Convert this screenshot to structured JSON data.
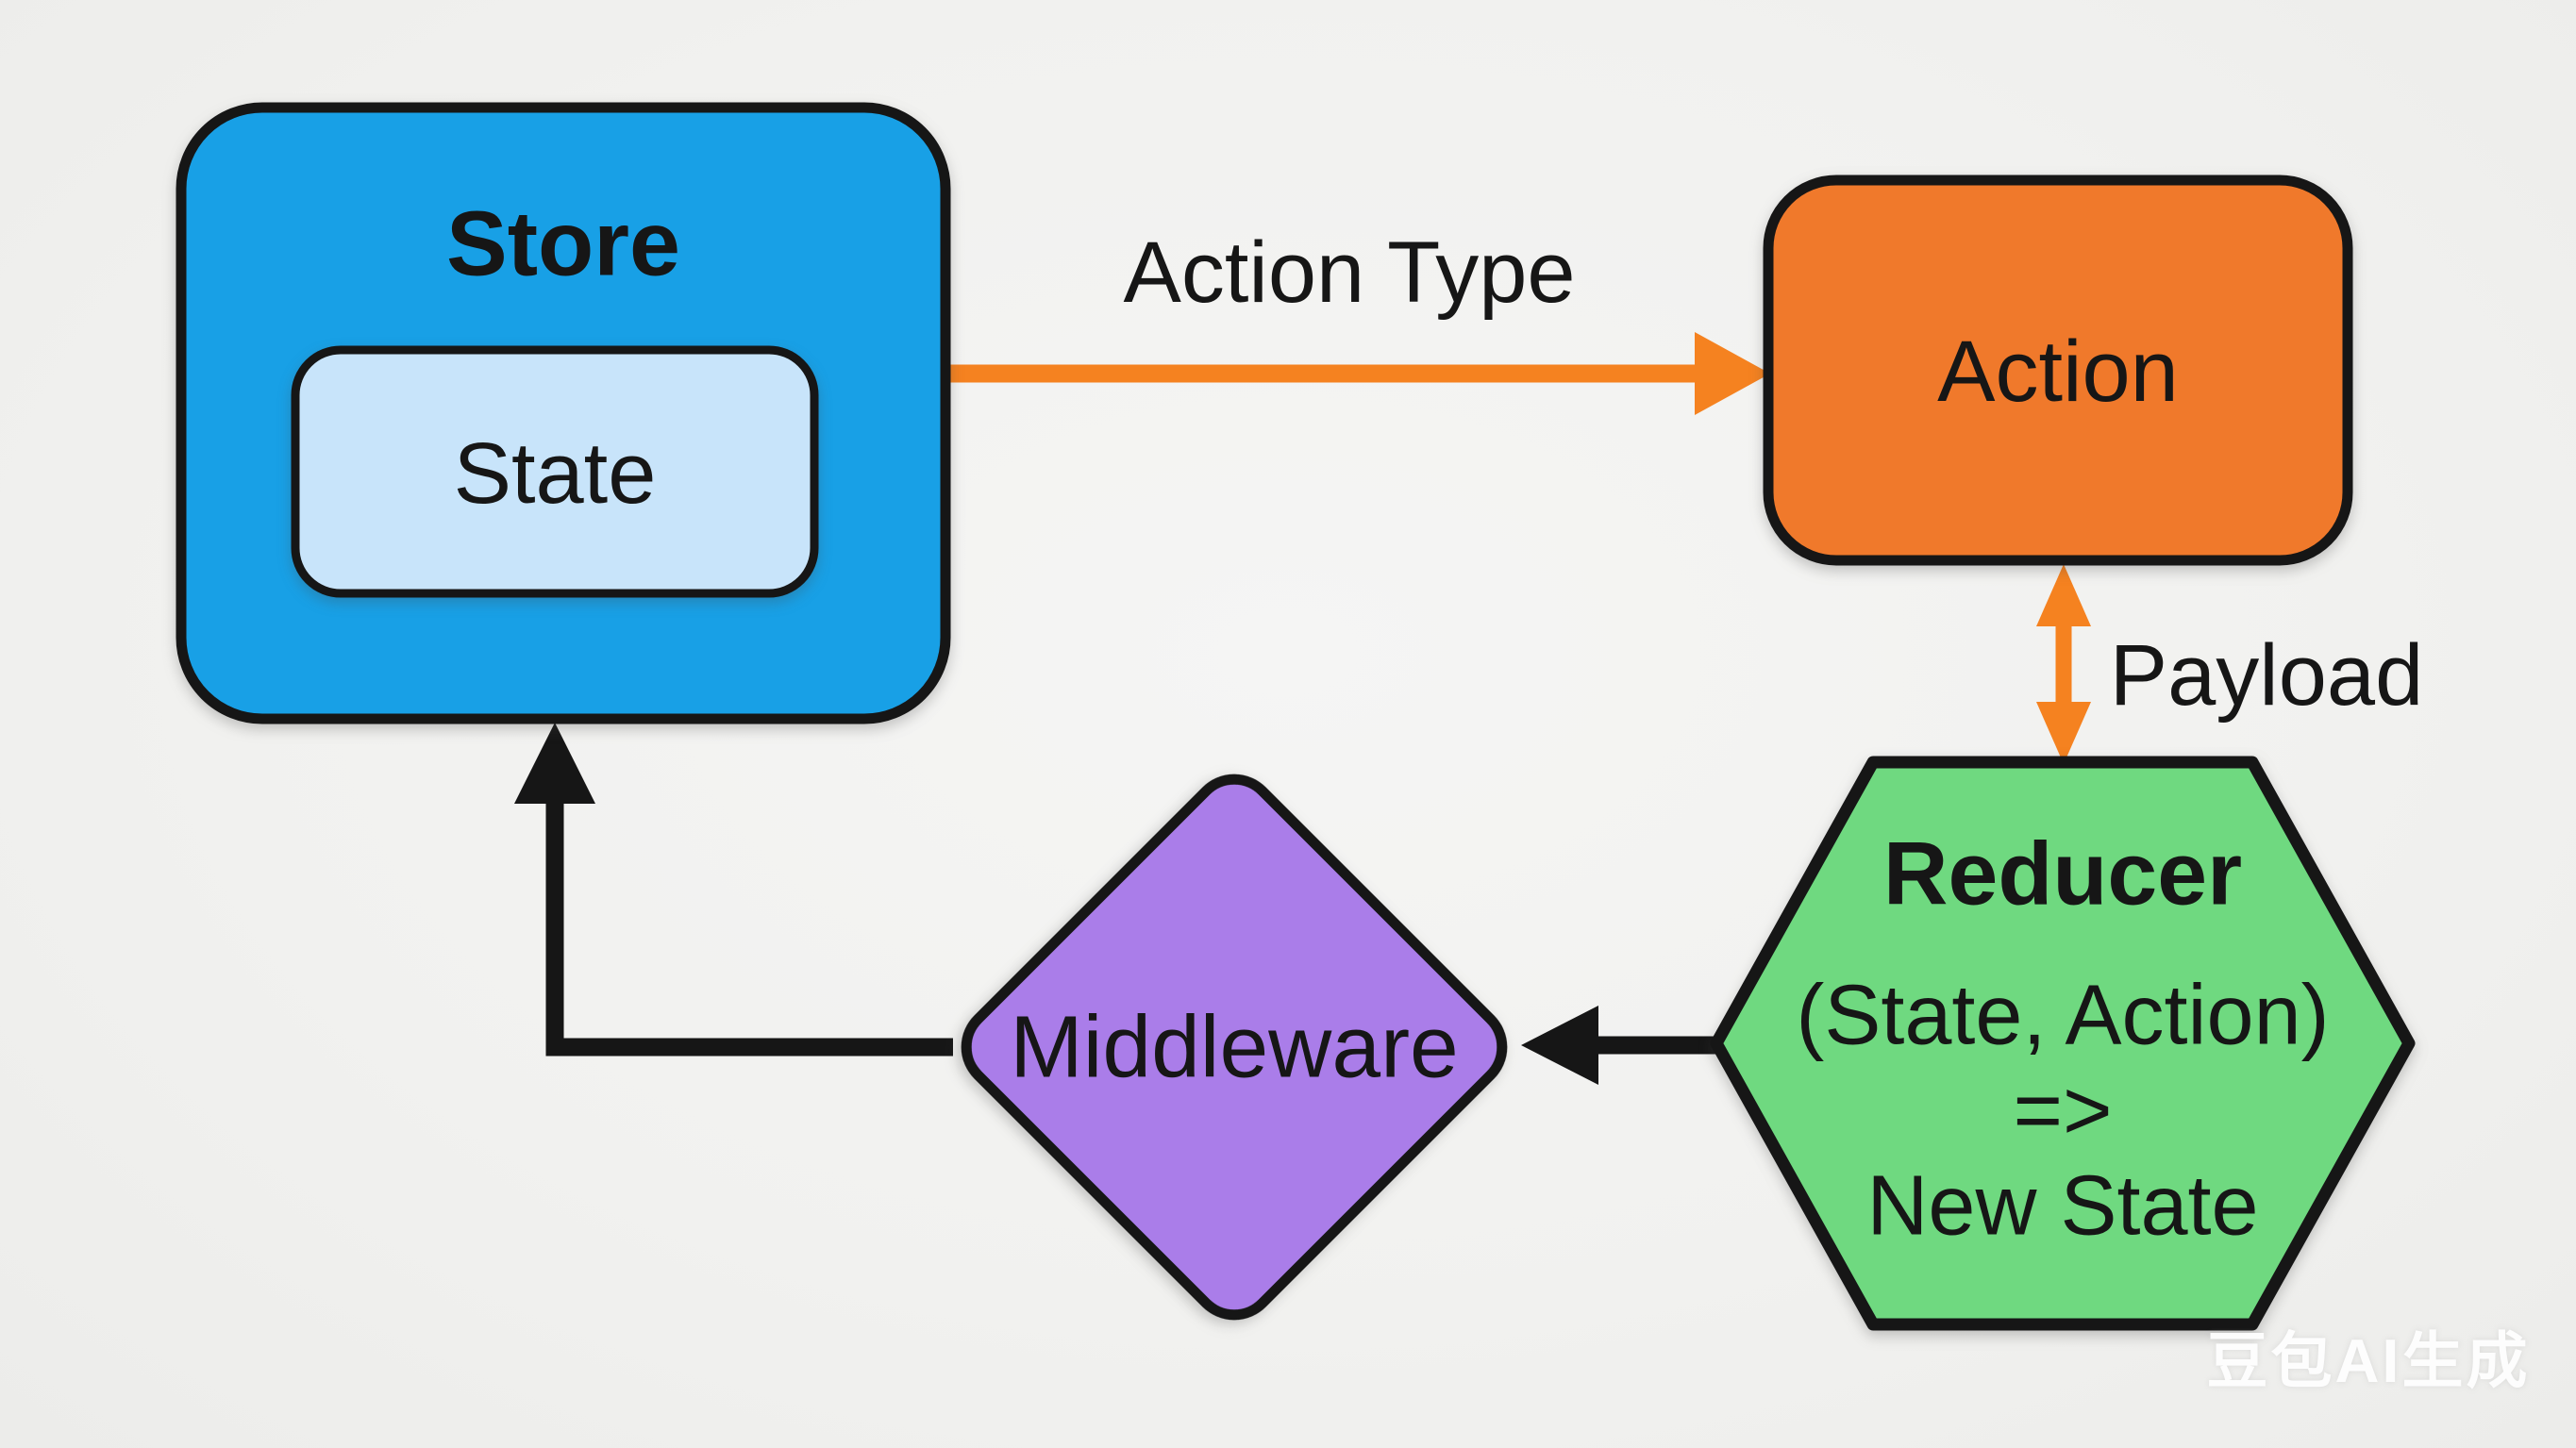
{
  "colors": {
    "background": "#f2f2f0",
    "outline": "#161616",
    "text": "#161616",
    "arrow_orange": "#f58220",
    "arrow_black": "#161616",
    "watermark_text": "#ffffff"
  },
  "nodes": {
    "store": {
      "label": "Store",
      "fill": "#18a0e6"
    },
    "state": {
      "label": "State",
      "fill": "#c8e4fa"
    },
    "action": {
      "label": "Action",
      "fill": "#f0792b"
    },
    "middleware": {
      "label": "Middleware",
      "fill": "#aa7de9"
    },
    "reducer": {
      "title": "Reducer",
      "signature": "(State, Action)",
      "arrow_symbol": "=>",
      "result": "New State",
      "fill": "#6fd980"
    }
  },
  "edges": {
    "store_to_action": {
      "label": "Action Type"
    },
    "action_to_reducer": {
      "label": "Payload"
    },
    "reducer_to_middleware": {
      "label": ""
    },
    "middleware_to_store": {
      "label": ""
    }
  },
  "watermark": {
    "text": "豆包AI生成"
  }
}
